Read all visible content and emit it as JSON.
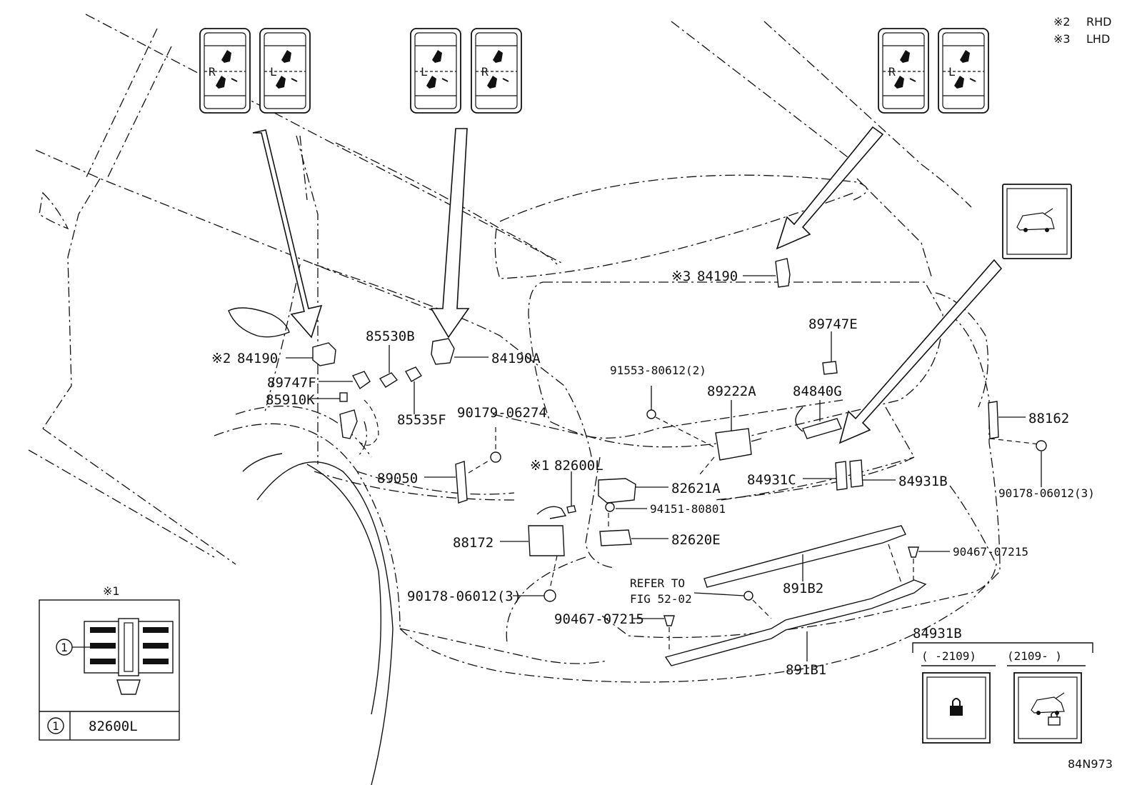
{
  "notes": {
    "rhd_mark": "※2",
    "rhd": "RHD",
    "lhd_mark": "※3",
    "lhd": "LHD"
  },
  "switch_letters": {
    "r": "R",
    "l": "L"
  },
  "parts": {
    "p84190_rhd_mark": "※2",
    "p84190_rhd": "84190",
    "p84190_lhd_mark": "※3",
    "p84190_lhd": "84190",
    "p85530B": "85530B",
    "p84190A": "84190A",
    "p89747F": "89747F",
    "p85910K": "85910K",
    "p85535F": "85535F",
    "p90179": "90179-06274",
    "p89050": "89050",
    "p82600L_mark": "※1",
    "p82600L": "82600L",
    "p88172": "88172",
    "p90178_left": "90178-06012(3)",
    "p90467_left": "90467-07215",
    "p82621A": "82621A",
    "p94151": "94151-80801",
    "p82620E": "82620E",
    "p91553": "91553-80612(2)",
    "p89222A": "89222A",
    "p89747E": "89747E",
    "p84840G": "84840G",
    "p84931C": "84931C",
    "p84931B": "84931B",
    "p88162": "88162",
    "p90178_right": "90178-06012(3)",
    "p90467_right": "90467-07215",
    "p891B2": "891B2",
    "p891B1": "891B1",
    "refer1": "REFER TO",
    "refer2": "FIG 52-02"
  },
  "detail_inset": {
    "mark": "※1",
    "callout": "1",
    "part": "82600L"
  },
  "variants": {
    "title": "84931B",
    "left_range": "(     -2109)",
    "right_range": "(2109-     )"
  },
  "diagram_id": "84N973"
}
